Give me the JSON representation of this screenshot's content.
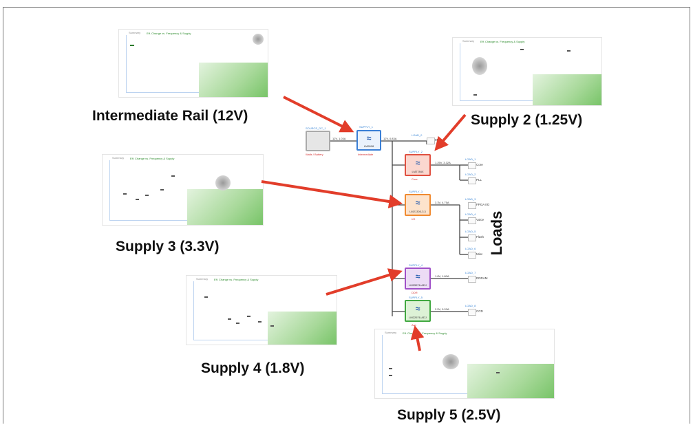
{
  "captions": {
    "intermediate": "Intermediate Rail (12V)",
    "supply2": "Supply 2 (1.25V)",
    "supply3": "Supply 3 (3.3V)",
    "supply4": "Supply 4 (1.8V)",
    "supply5": "Supply 5 (2.5V)"
  },
  "loads_title": "Loads",
  "source": {
    "label": "SOURCE_DC_1",
    "red": "Walls / Battery"
  },
  "supply1": {
    "label": "SUPPLY_1",
    "part": "LM5008",
    "red": "Intermediate",
    "in": "12V, 1.03A",
    "out": "12V, 0.83A"
  },
  "supplies": [
    {
      "label": "SUPPLY_2",
      "part": "LM2784X",
      "red": "Core",
      "color": "#e05040",
      "out": "1.25V, 3.32A"
    },
    {
      "label": "SUPPLY_3",
      "part": "LM21305-3.3",
      "red": "I/O",
      "color": "#f08a30",
      "out": "3.3V, 4.75A"
    },
    {
      "label": "SUPPLY_4",
      "part": "LM25576-ADJ",
      "red": "DDR",
      "color": "#a050c8",
      "out": "1.8V, 1.80A"
    },
    {
      "label": "SUPPLY_5",
      "part": "LM22676-ADJ",
      "red": "Aux",
      "color": "#40a840",
      "out": "2.5V, 0.20A"
    }
  ],
  "loads": [
    {
      "label": "LOAD_0",
      "name": "Misc"
    },
    {
      "label": "LOAD_1",
      "name": "Core"
    },
    {
      "label": "LOAD_2",
      "name": "PLL"
    },
    {
      "label": "LOAD_3",
      "name": "FPGA I/O"
    },
    {
      "label": "LOAD_4",
      "name": "Voice"
    },
    {
      "label": "LOAD_5",
      "name": "Flash"
    },
    {
      "label": "LOAD_6",
      "name": "Misc"
    },
    {
      "label": "LOAD_7",
      "name": "DDRAM"
    },
    {
      "label": "LOAD_8",
      "name": "CCD"
    }
  ],
  "thumbnail_title": "Eff. Change vs. Frequency & Supply",
  "thumbnail_tab": "Summary",
  "colors": {
    "arrow": "#e23d2a",
    "supply_blue": "#3a7fd6",
    "source_gray": "#999999"
  }
}
